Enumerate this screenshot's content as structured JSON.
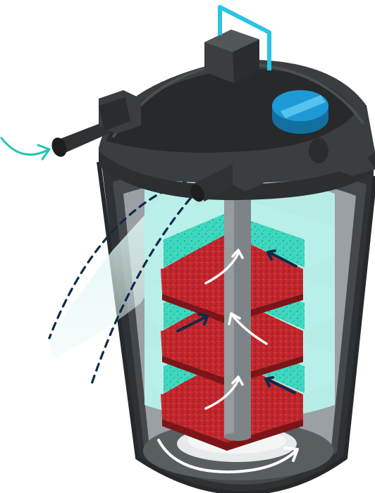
{
  "diagram": {
    "parts": [
      "outer-canister",
      "lid",
      "inlet-pipe",
      "outlet-pipe",
      "uv-clarifier-housing",
      "power-cable",
      "blue-twist-cap",
      "center-tube",
      "sponge-layer-top",
      "sponge-layer-middle",
      "sponge-layer-bottom",
      "bio-media-layer-top",
      "bio-media-layer-middle",
      "bio-media-layer-bottom",
      "water-spray",
      "swirl-base"
    ],
    "colors": {
      "canister_dark": "#2f3234",
      "canister_mid": "#44484b",
      "canister_light": "#5a5f62",
      "interior_gray": "#9aa0a3",
      "sponge_light": "#b9f0ea",
      "sponge_top": "#3ed8bf",
      "sponge_dots": "#1a8f7e",
      "bio_red": "#c1272d",
      "bio_dark": "#7d1518",
      "flow_navy": "#0f2a4a",
      "flow_white": "#ffffff",
      "inflow_teal": "#22c6b2",
      "cable_cyan": "#29c3e6",
      "cap_blue": "#1d9ad6"
    },
    "icons": [
      "inflow-arrow-icon",
      "flow-arrow-navy-icon",
      "flow-arrow-white-icon",
      "swirl-arrow-icon"
    ]
  }
}
